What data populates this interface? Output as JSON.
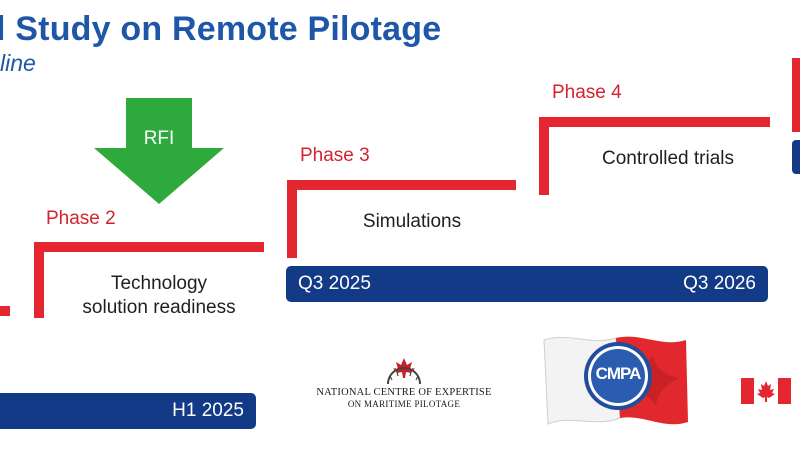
{
  "header": {
    "title": "l Study on Remote Pilotage",
    "subtitle": "line"
  },
  "rfi": {
    "label": "RFI",
    "color": "#2eaa3c"
  },
  "phases": [
    {
      "label": "Phase 2",
      "text_lines": [
        "Technology",
        "solution readiness"
      ]
    },
    {
      "label": "Phase 3",
      "text_lines": [
        "Simulations"
      ]
    },
    {
      "label": "Phase 4",
      "text_lines": [
        "Controlled trials"
      ]
    }
  ],
  "timeline_bars": [
    {
      "left": "",
      "right": "H1 2025"
    },
    {
      "left": "Q3 2025",
      "right": "Q3 2026"
    }
  ],
  "logos": {
    "ncemp": {
      "line1": "NATIONAL CENTRE OF EXPERTISE",
      "line2": "ON MARITIME PILOTAGE"
    },
    "cmpa": {
      "letters": "CMPA"
    }
  },
  "colors": {
    "title_blue": "#1f57a8",
    "step_red": "#e32630",
    "bar_navy": "#123a87",
    "arrow_green": "#2eaa3c"
  }
}
